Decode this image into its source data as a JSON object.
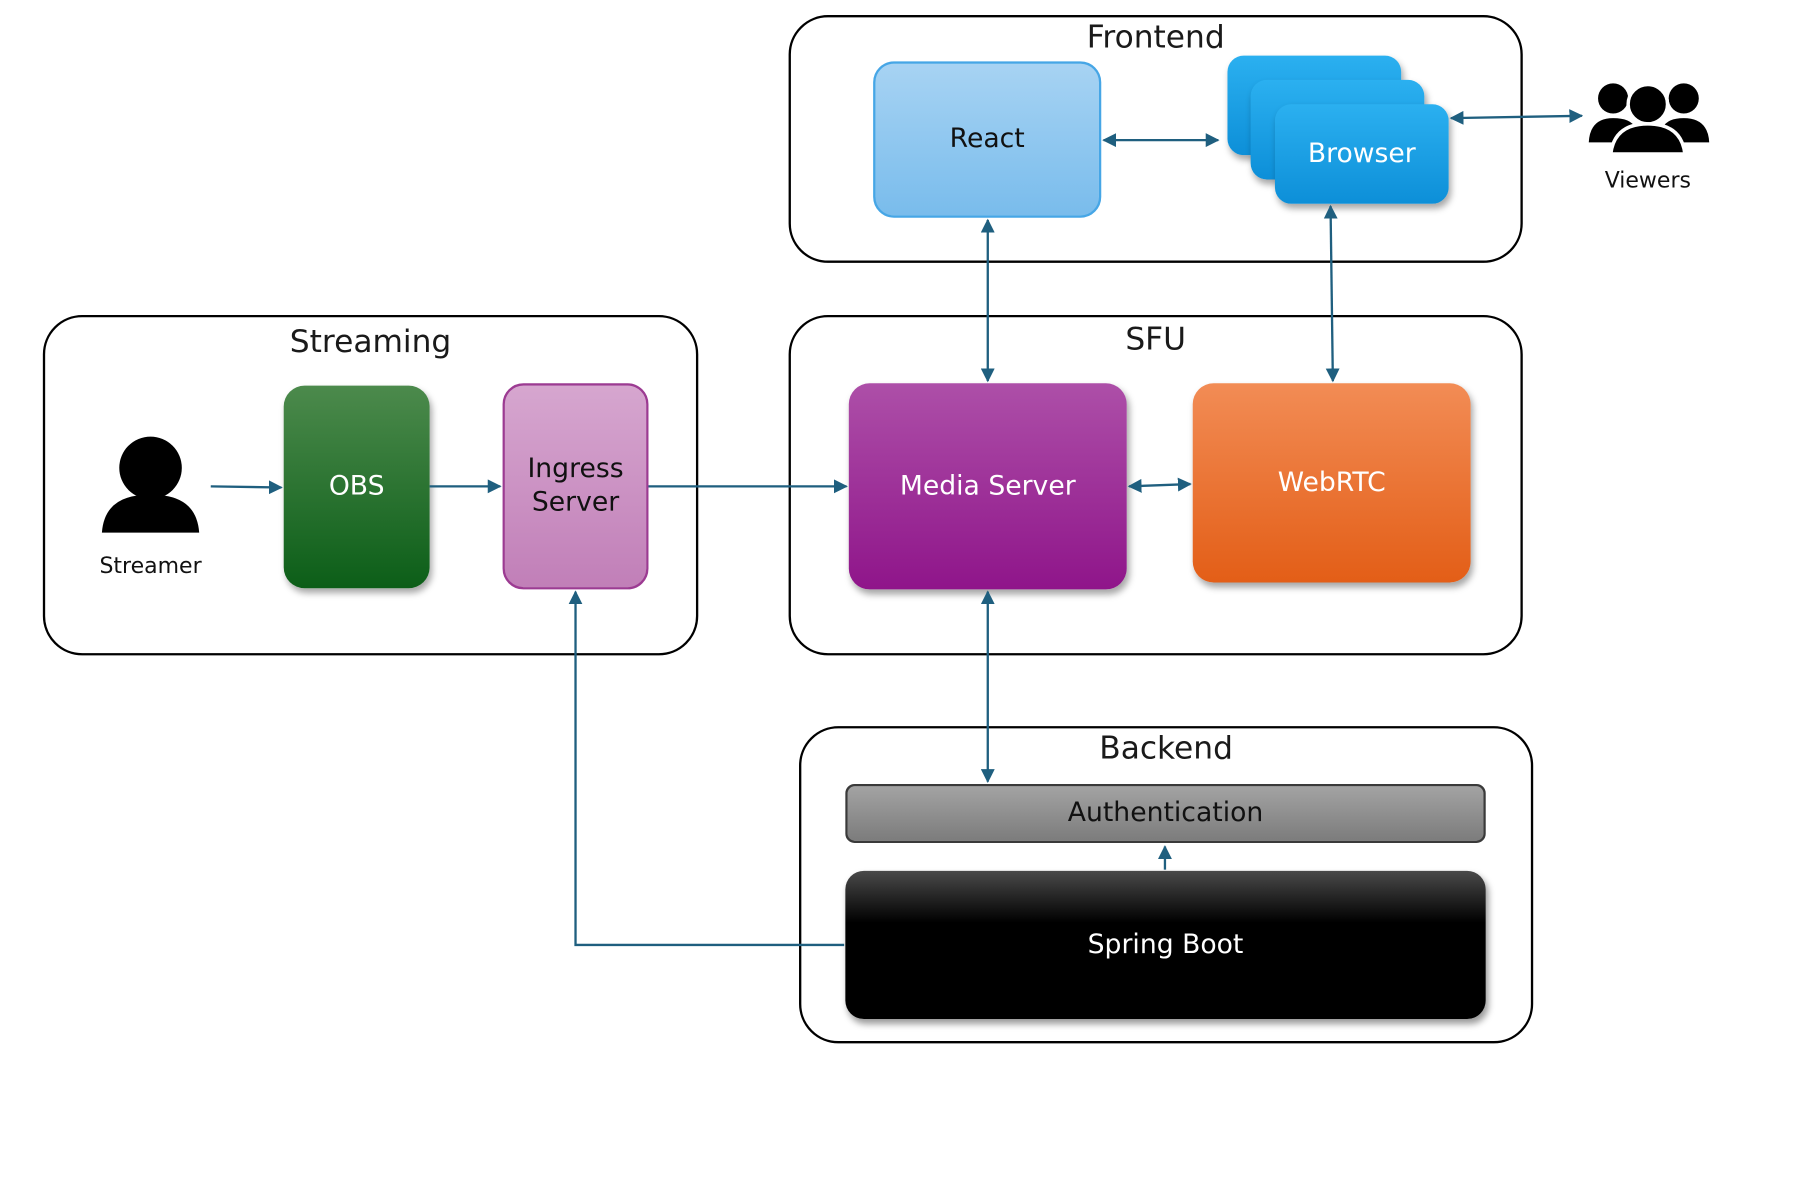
{
  "groups": {
    "frontend": "Frontend",
    "streaming": "Streaming",
    "sfu": "SFU",
    "backend": "Backend"
  },
  "nodes": {
    "react": "React",
    "browser": "Browser",
    "obs": "OBS",
    "ingress_line1": "Ingress",
    "ingress_line2": "Server",
    "media_server": "Media Server",
    "webrtc": "WebRTC",
    "authentication": "Authentication",
    "spring_boot": "Spring Boot"
  },
  "actors": {
    "streamer": "Streamer",
    "viewers": "Viewers"
  },
  "colors": {
    "arrow": "#1f5f7f",
    "react": "#8cc8f0",
    "browser": "#1ba3e8",
    "obs": "#17661f",
    "ingress": "#c88bbf",
    "media_server": "#9c2596",
    "webrtc": "#ea7030",
    "authentication": "#8e8e8e",
    "spring_boot": "#000000"
  },
  "icons": {
    "streamer": "person-icon",
    "viewers": "group-icon"
  }
}
